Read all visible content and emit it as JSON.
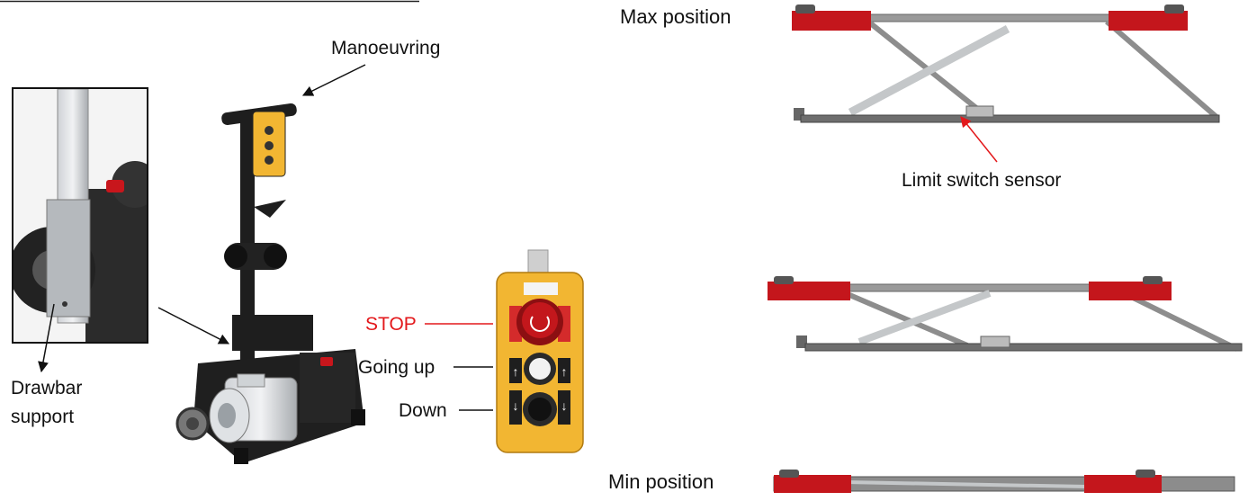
{
  "labels": {
    "manoeuvring": "Manoeuvring",
    "drawbar_line1": "Drawbar",
    "drawbar_line2": "support",
    "stop": "STOP",
    "going_up": "Going up",
    "down": "Down",
    "max_position": "Max position",
    "limit_switch": "Limit switch sensor",
    "min_position": "Min position"
  },
  "colors": {
    "lift_pad_red": "#c4161c",
    "stop_label": "#e3191c",
    "pendant_yellow": "#f2b632",
    "frame_gray": "#8d8d8d",
    "dark_body": "#1e1e1e"
  },
  "icons": [
    "stop-button-icon",
    "up-arrow-icon",
    "down-arrow-icon",
    "wheel-icon",
    "motor-icon"
  ]
}
